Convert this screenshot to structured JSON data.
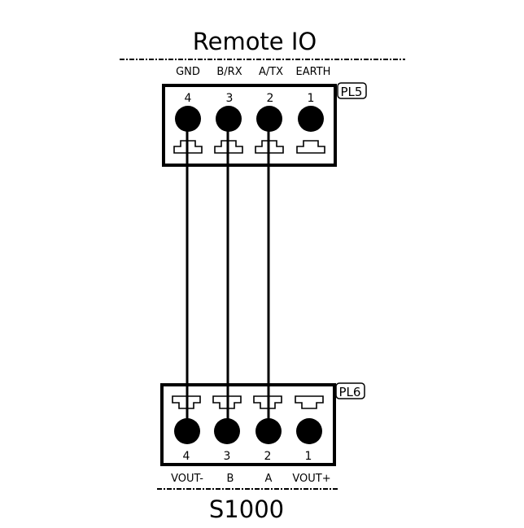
{
  "diagram": {
    "colors": {
      "ink": "#000000",
      "background": "#ffffff"
    },
    "top_device": {
      "title": "Remote IO",
      "connector_id": "PL5",
      "pins": [
        {
          "number": "4",
          "signal": "GND",
          "wired": true
        },
        {
          "number": "3",
          "signal": "B/RX",
          "wired": true
        },
        {
          "number": "2",
          "signal": "A/TX",
          "wired": true
        },
        {
          "number": "1",
          "signal": "EARTH",
          "wired": false
        }
      ]
    },
    "bottom_device": {
      "title": "S1000",
      "connector_id": "PL6",
      "pins": [
        {
          "number": "4",
          "signal": "VOUT-",
          "wired": true
        },
        {
          "number": "3",
          "signal": "B",
          "wired": true
        },
        {
          "number": "2",
          "signal": "A",
          "wired": true
        },
        {
          "number": "1",
          "signal": "VOUT+",
          "wired": false
        }
      ]
    },
    "connections": [
      {
        "from": "PL5.4",
        "to": "PL6.4"
      },
      {
        "from": "PL5.3",
        "to": "PL6.3"
      },
      {
        "from": "PL5.2",
        "to": "PL6.2"
      }
    ]
  }
}
